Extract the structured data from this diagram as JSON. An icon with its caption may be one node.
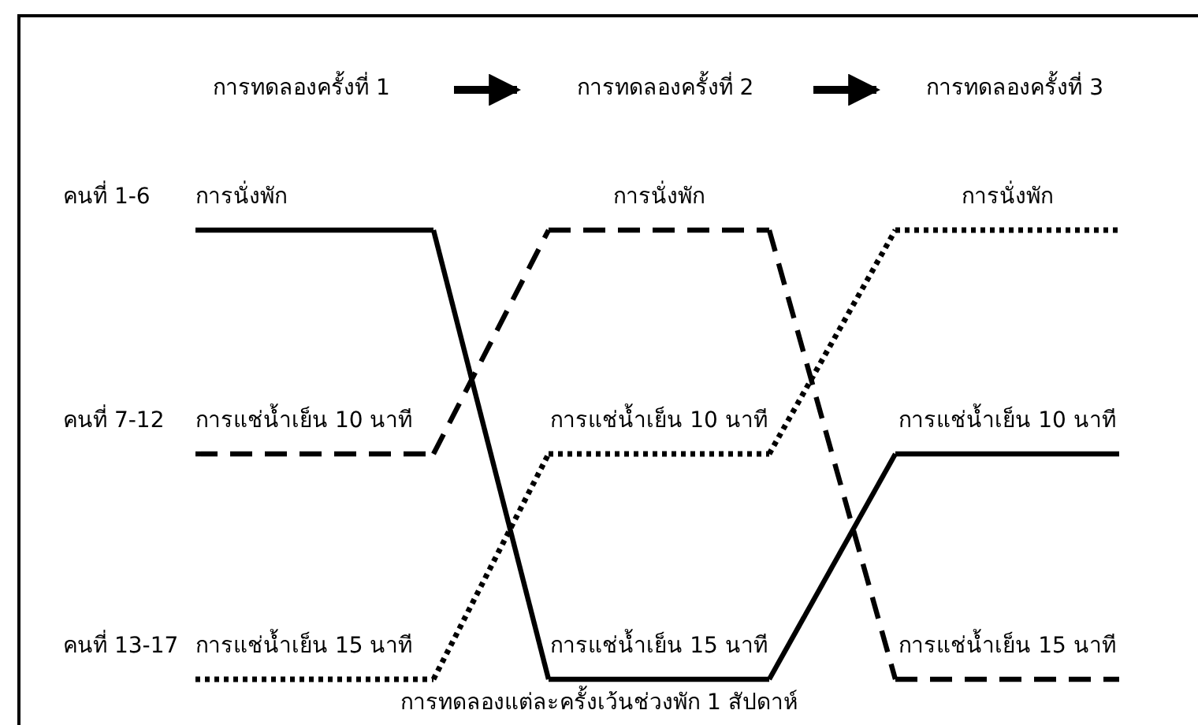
{
  "diagram": {
    "caption": "การทดลองแต่ละครั้งเว้นช่วงพัก 1 สัปดาห์",
    "nodes": [
      {
        "text": [
          "การทดลองครั้งที่ 1"
        ]
      },
      {
        "text": [
          "การทดลองครั้งที่ 2"
        ]
      },
      {
        "text": [
          "การทดลองครั้งที่ 3"
        ]
      },
      {
        "text": [
          "การนั่งพัก"
        ]
      },
      {
        "text": [
          "การนั่งพัก"
        ]
      },
      {
        "text": [
          "การนั่งพัก"
        ]
      },
      {
        "text": [
          "การแช่น้ำเย็น 10 นาที"
        ]
      },
      {
        "text": [
          "การแช่น้ำเย็น 10 นาที"
        ]
      },
      {
        "text": [
          "การแช่น้ำเย็น 10 นาที"
        ]
      },
      {
        "text": [
          "การแช่น้ำเย็น 15 นาที"
        ]
      },
      {
        "text": [
          "การแช่น้ำเย็น 15 นาที"
        ]
      },
      {
        "text": [
          "การแช่น้ำเย็น 15 นาที"
        ]
      }
    ],
    "edges": [
      {
        "from": 0,
        "to": 1,
        "arrow": "to"
      },
      {
        "from": 1,
        "to": 2,
        "arrow": "to"
      },
      {
        "from": 3,
        "to": 10,
        "arrow": "none"
      },
      {
        "from": 10,
        "to": 8,
        "arrow": "none"
      },
      {
        "from": 6,
        "to": 4,
        "arrow": "none",
        "style": "dashed"
      },
      {
        "from": 4,
        "to": 11,
        "arrow": "none",
        "style": "dashed"
      },
      {
        "from": 9,
        "to": 7,
        "arrow": "none",
        "style": "dashed"
      },
      {
        "from": 7,
        "to": 5,
        "arrow": "none",
        "style": "dashed"
      }
    ],
    "labels": [
      "คนที่ 1-6",
      "คนที่ 7-12",
      "คนที่ 13-17"
    ]
  }
}
